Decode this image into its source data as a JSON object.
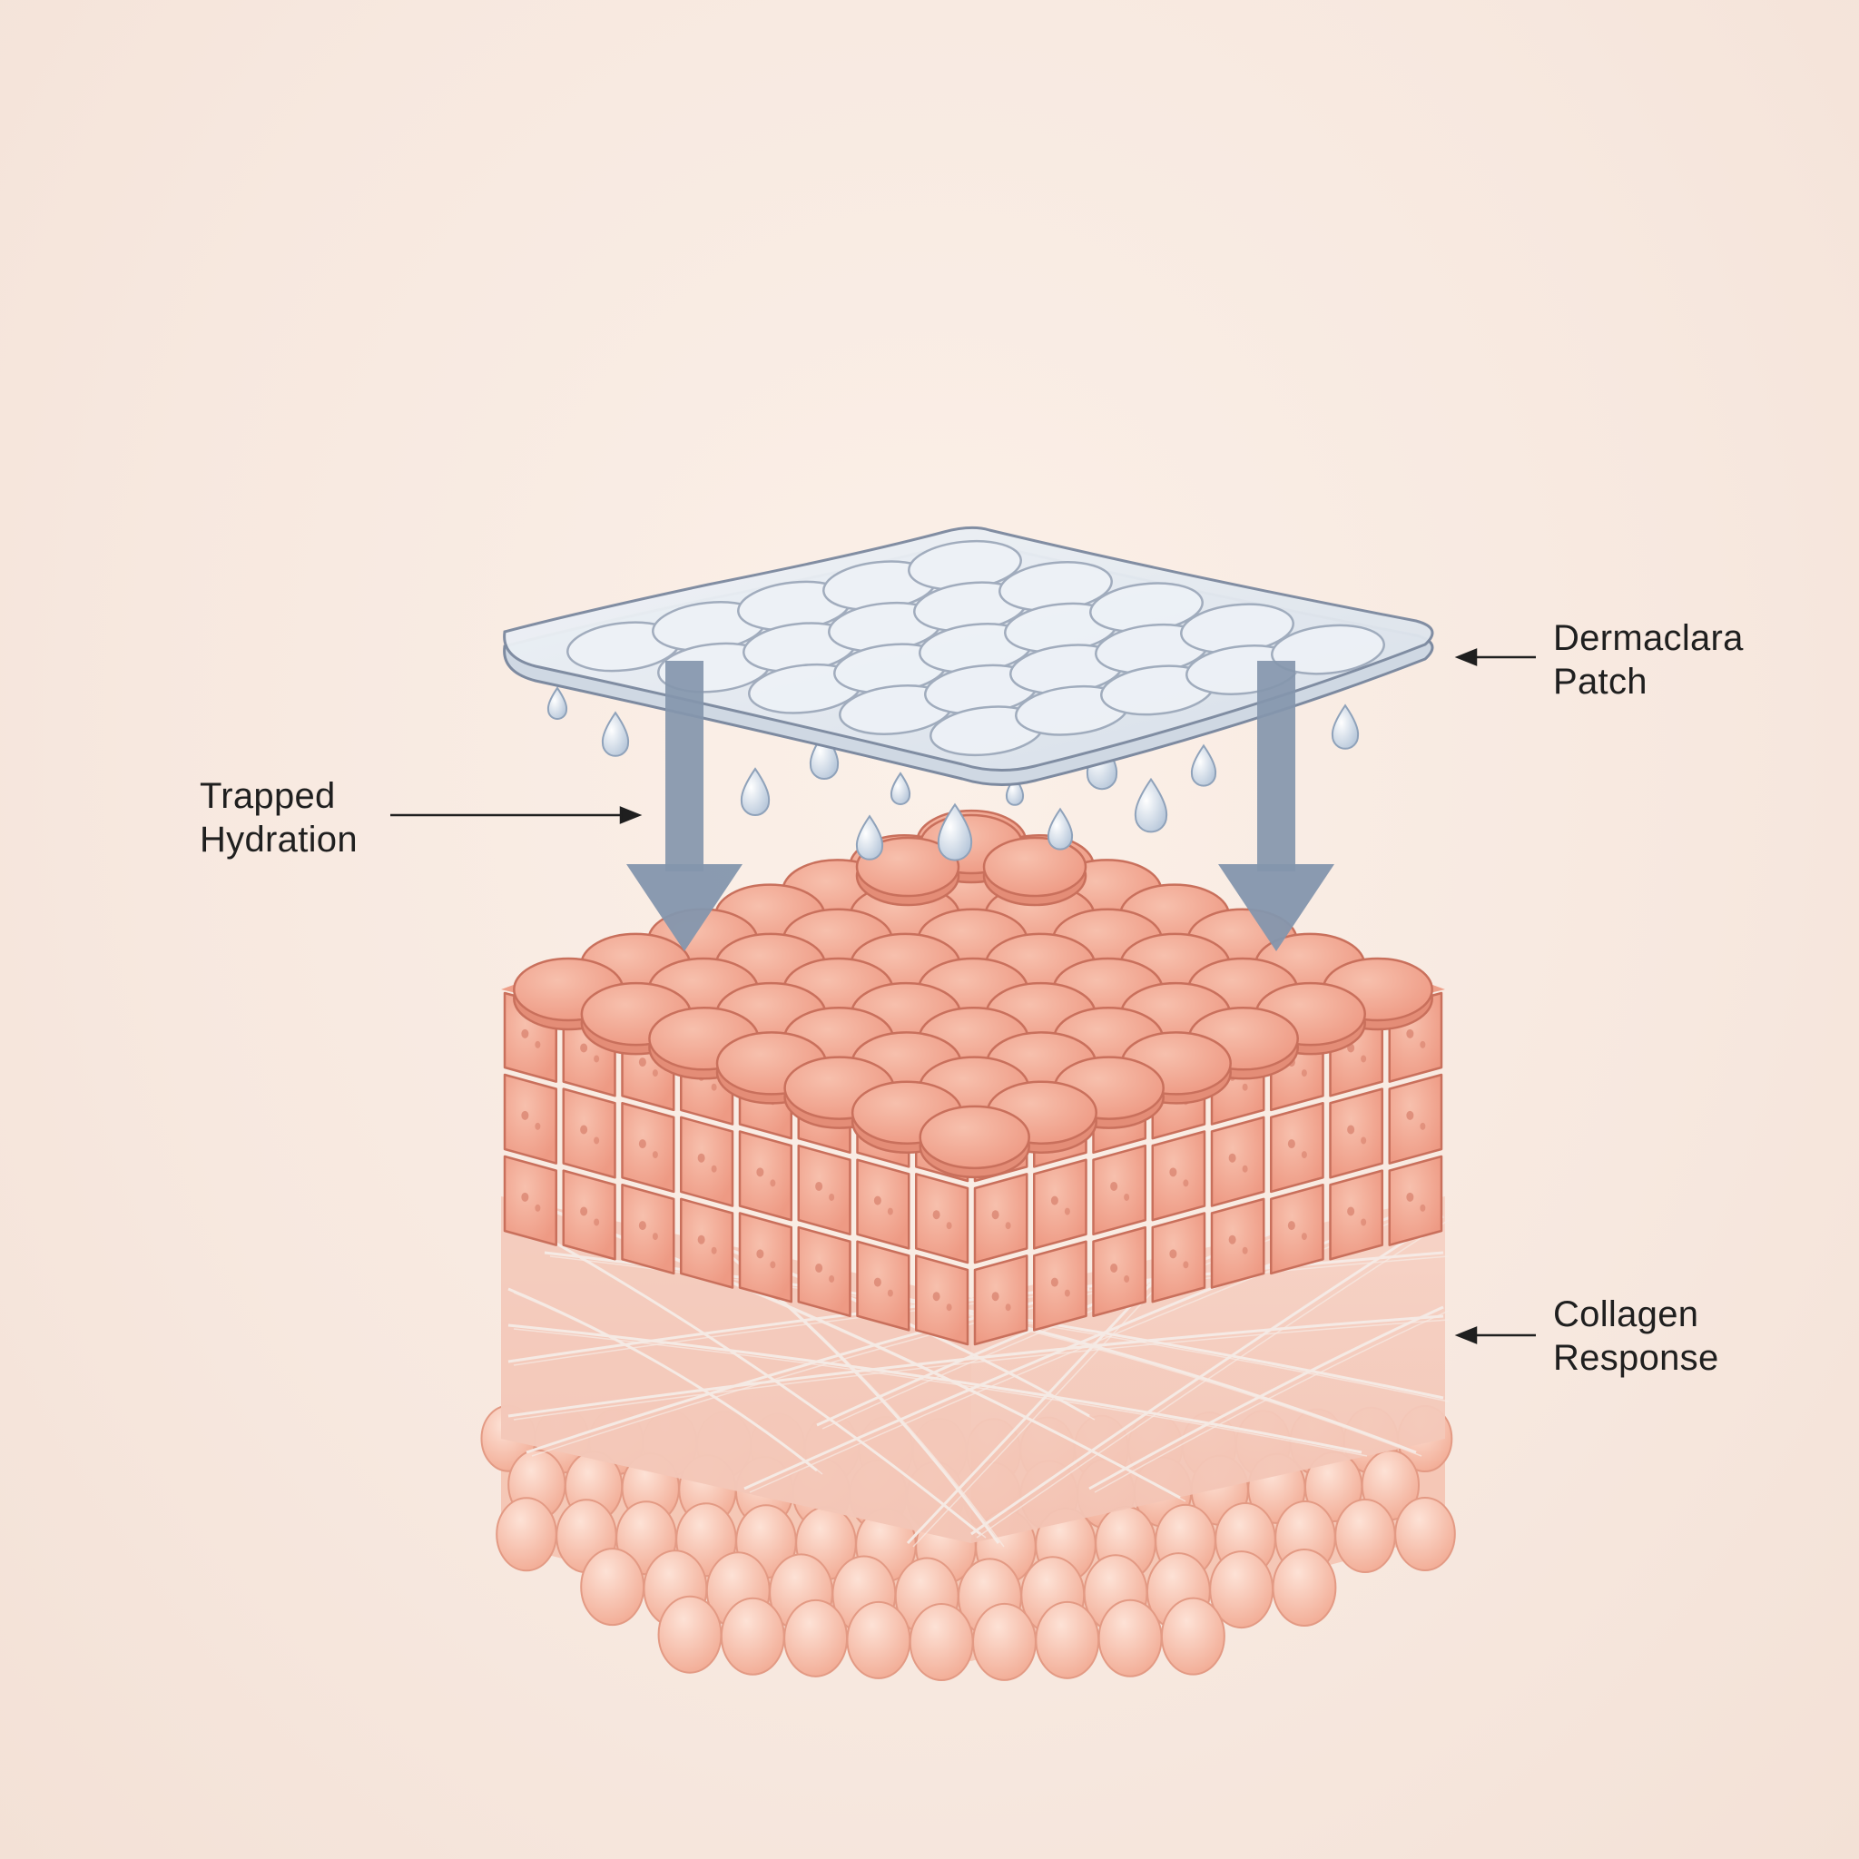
{
  "callouts": {
    "patch": {
      "line1": "Dermaclara",
      "line2": "Patch"
    },
    "hydration": {
      "line1": "Trapped",
      "line2": "Hydration"
    },
    "collagen": {
      "line1": "Collagen",
      "line2": "Response"
    }
  },
  "colors": {
    "background": "#f8ebe2",
    "patch_fill": "#e7edf3",
    "patch_stroke": "#7d8aa0",
    "arrow": "#8496ad",
    "cell_fill": "#f2a48f",
    "cell_stroke": "#c9705c",
    "collagen_fill": "#f5cdbf",
    "collagen_fiber": "#f3e6e0",
    "fat_fill": "#f7c1ac",
    "droplet": "#c9d6e4",
    "label_text": "#1f1f1f"
  }
}
